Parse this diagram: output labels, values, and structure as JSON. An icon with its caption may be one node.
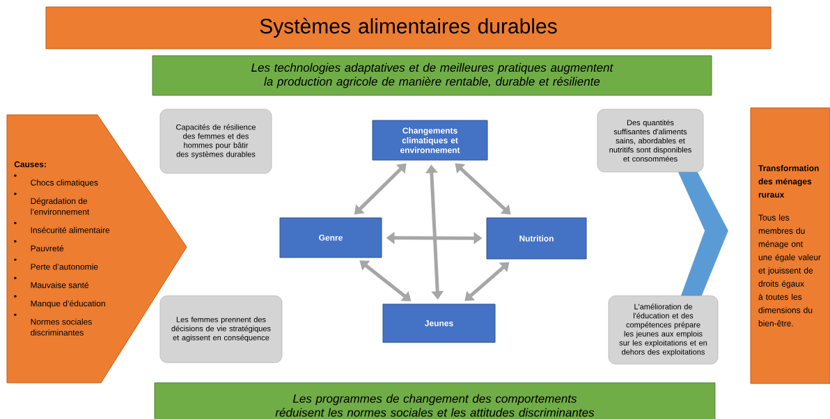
{
  "diagram": {
    "nodes": [
      {
        "text": [
          "Systèmes alimentaires durables"
        ]
      },
      {
        "text": [
          "Les technologies adaptatives et de meilleures pratiques augmentent la production agricole de manière rentable, durable et résiliente"
        ]
      },
      {
        "text": [
          "Causes:",
          "Chocs climatiques",
          "Dégradation de l’environnement",
          "Insécurité alimentaire",
          "Pauvreté",
          "Perte d’autonomie",
          "Mauvaise santé",
          "Manque d’éducation",
          "Normes sociales discriminantes"
        ]
      },
      {
        "text": [
          "Capacités de résilience des femmes et des hommes pour bâtir des systèmes durables"
        ]
      },
      {
        "text": [
          "Changements climatiques et environnement"
        ]
      },
      {
        "text": [
          "Des quantités suffisantes d'aliments sains, abordables et nutritifs sont disponibles et consommées"
        ]
      },
      {
        "text": [
          "Genre"
        ]
      },
      {
        "text": [
          "Nutrition"
        ]
      },
      {
        "text": [
          "Jeunes"
        ]
      },
      {
        "text": [
          "Les femmes prennent des décisions de vie stratégiques et agissent en conséquence"
        ]
      },
      {
        "text": [
          "L'amélioration de l'éducation et des compétences prépare les jeunes aux emplois sur les exploitations et en dehors des exploitations"
        ]
      },
      {
        "text": [
          "Transformation des ménages ruraux",
          "Tous les membres du ménage ont une égale valeur et jouissent de droits égaux à toutes les dimensions du bien-être."
        ]
      },
      {
        "text": [
          "Les programmes de changement des comportements réduisent les normes sociales et les attitudes discriminantes"
        ]
      }
    ],
    "edges": [
      {
        "from": 4,
        "to": 6,
        "arrow": "both"
      },
      {
        "from": 4,
        "to": 7,
        "arrow": "both"
      },
      {
        "from": 6,
        "to": 7,
        "arrow": "both"
      },
      {
        "from": 4,
        "to": 8,
        "arrow": "both"
      },
      {
        "from": 6,
        "to": 8,
        "arrow": "both"
      },
      {
        "from": 7,
        "to": 8,
        "arrow": "both"
      },
      {
        "from": 5,
        "to": 10,
        "arrow": "none",
        "color": "#5b9bd5"
      }
    ]
  }
}
